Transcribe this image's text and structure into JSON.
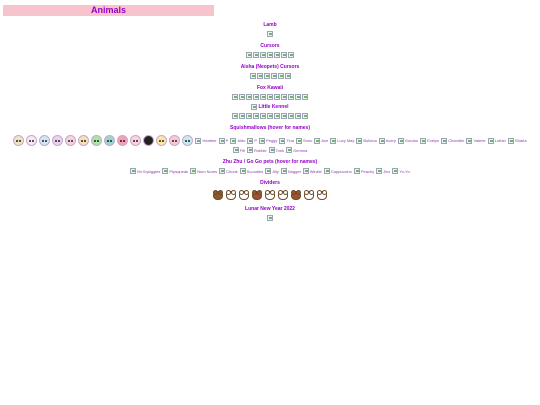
{
  "page": {
    "title": "Animals"
  },
  "sections": {
    "lamb": {
      "title": "Lamb"
    },
    "cursors": {
      "title": "Cursors"
    },
    "aisha": {
      "title": "Aisha (Neopets) Cursors"
    },
    "fox": {
      "title": "Fox Kawaii"
    },
    "kennel": {
      "title": "Little Kennel",
      "link": "Little Kennel"
    },
    "squish": {
      "title": "Squishmallows (hover for names)",
      "names": [
        "Heather",
        "P",
        "Aldo",
        "P",
        "Peggy",
        "Tina",
        "Sono",
        "Ace",
        "Lucy May",
        "Bullona",
        "Avery",
        "Gordon",
        "Evelyn",
        "Chandler",
        "Valerie",
        "Luther",
        "Sharia",
        "Fifi",
        "Robbie",
        "Tosh",
        "Gemma"
      ],
      "colors": [
        "#f1e4c3",
        "#f7e9f4",
        "#cfe7f7",
        "#e9d2f2",
        "#f7d3dd",
        "#f5e0b8",
        "#a7e7a2",
        "#9ad6d0",
        "#f79fb8",
        "#fcd2df",
        "#222222",
        "#ffe5a3",
        "#f9c8d8",
        "#c3ecf0"
      ]
    },
    "zhu": {
      "title": "Zhu Zhu / Go Go pets (hover for names)",
      "names": [
        "Mr.Squiggles",
        "Pipsqueak",
        "Num Nums",
        "Chunk",
        "Scoodles",
        "Jilly",
        "Nugget",
        "Winkie",
        "Cappuccino",
        "Peachy",
        "Jinx",
        "Yo-Yo"
      ]
    },
    "dividers": {
      "title": "Dividers",
      "colors": [
        "#8b5a2b",
        "#ffffff",
        "#ffffff",
        "#a0522d",
        "#ffffff",
        "#ffffff",
        "#a0522d",
        "#ffffff",
        "#ffffff"
      ]
    },
    "lunar": {
      "title": "Lunar New Year 2022"
    }
  }
}
